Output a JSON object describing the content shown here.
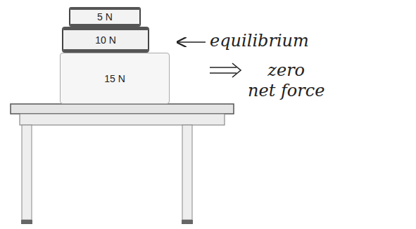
{
  "diagram": {
    "nodes": [
      {
        "text": [
          "5 N"
        ]
      },
      {
        "text": [
          "10 N"
        ]
      },
      {
        "text": [
          "15 N"
        ]
      }
    ],
    "labels": [
      "equilibrium",
      "zero net force"
    ]
  }
}
